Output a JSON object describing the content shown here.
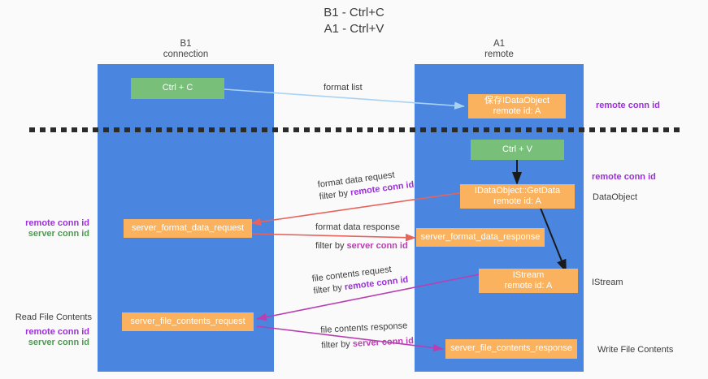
{
  "title": {
    "line1": "B1 - Ctrl+C",
    "line2": "A1 - Ctrl+V"
  },
  "lanes": [
    {
      "name": "B1",
      "subtitle": "connection"
    },
    {
      "name": "A1",
      "subtitle": "remote"
    }
  ],
  "nodes": {
    "ctrl_c": {
      "line1": "Ctrl + C"
    },
    "idataobject": {
      "line1": "保存IDataObject",
      "line2": "remote id: A"
    },
    "ctrl_v": {
      "line1": "Ctrl + V"
    },
    "getdata": {
      "line1": "IDataObject::GetData",
      "line2": "remote id: A"
    },
    "format_request": {
      "line1": "server_format_data_request"
    },
    "format_response": {
      "line1": "server_format_data_response"
    },
    "istream": {
      "line1": "IStream",
      "line2": "remote id: A"
    },
    "file_request": {
      "line1": "server_file_contents_request"
    },
    "file_response": {
      "line1": "server_file_contents_response"
    }
  },
  "edge_labels": {
    "format_list": "format list",
    "format_data_request": "format data request",
    "format_data_request_filter_prefix": "filter by ",
    "format_data_request_filter_key": "remote conn id",
    "format_data_response": "format data response",
    "format_data_response_filter_prefix": "filter by ",
    "format_data_response_filter_key": "server conn id",
    "file_contents_request": "file contents request",
    "file_contents_request_filter_prefix": "filter by ",
    "file_contents_request_filter_key": "remote conn id",
    "file_contents_response": "file contents response",
    "file_contents_response_filter_prefix": "filter by ",
    "file_contents_response_filter_key": "server conn id"
  },
  "annotations": {
    "right_remote_conn_id_top": "remote conn id",
    "right_remote_conn_id_mid": "remote conn id",
    "dataobject": "DataObject",
    "istream_label": "IStream",
    "write_file_contents": "Write File Contents",
    "left_remote_conn_id_mid": "remote conn id",
    "left_server_conn_id_mid": "server conn id",
    "read_file_contents": "Read File Contents",
    "left_remote_conn_id_bot": "remote conn id",
    "left_server_conn_id_bot": "server conn id"
  },
  "colors": {
    "lane": "#4a86e0",
    "green_node": "#78c07a",
    "orange_node": "#fbb25f",
    "purple": "#9b30d9",
    "green_text": "#4f9a52",
    "magenta": "#b83fb0",
    "red_arrow": "#e8635c",
    "blue_arrow": "#a9d2f2",
    "divider": "#2b2b2b",
    "background": "#fafafa"
  }
}
